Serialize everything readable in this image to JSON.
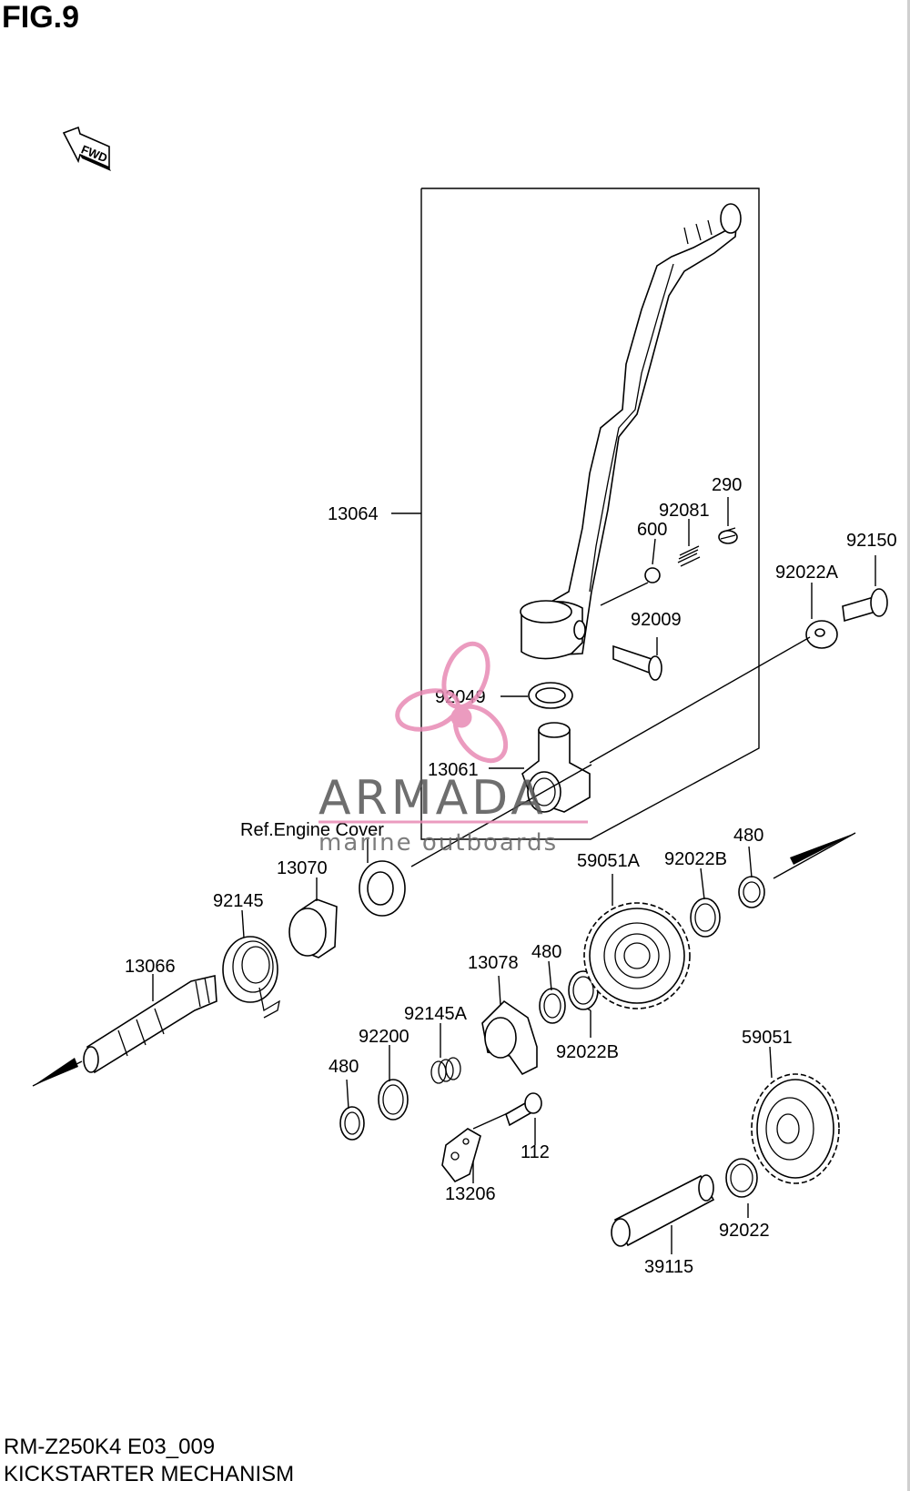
{
  "figure": {
    "title": "FIG.9"
  },
  "footer": {
    "model_code": "RM-Z250K4 E03_009",
    "section_name": "KICKSTARTER MECHANISM"
  },
  "direction_arrow": {
    "label": "FWD",
    "icon": "forward-arrow-icon"
  },
  "reference_label": "Ref.Engine Cover",
  "part_labels": {
    "p13064": "13064",
    "p290": "290",
    "p92081": "92081",
    "p600": "600",
    "p92150": "92150",
    "p92022A": "92022A",
    "p92009": "92009",
    "p92049": "92049",
    "p13061": "13061",
    "p13070": "13070",
    "p92145": "92145",
    "p13066": "13066",
    "p59051A": "59051A",
    "p92022B_top": "92022B",
    "p480_top": "480",
    "p480_mid": "480",
    "p13078": "13078",
    "p92022B_mid": "92022B",
    "p92145A": "92145A",
    "p92200": "92200",
    "p480_left": "480",
    "p59051": "59051",
    "p112": "112",
    "p13206": "13206",
    "p92022": "92022",
    "p39115": "39115"
  },
  "watermark": {
    "brand": "ARMADA",
    "tagline": "marine outboards",
    "logo_icon": "propeller-logo-icon",
    "colors": {
      "brand_text": "#555555",
      "accent": "#e88ab4"
    }
  }
}
